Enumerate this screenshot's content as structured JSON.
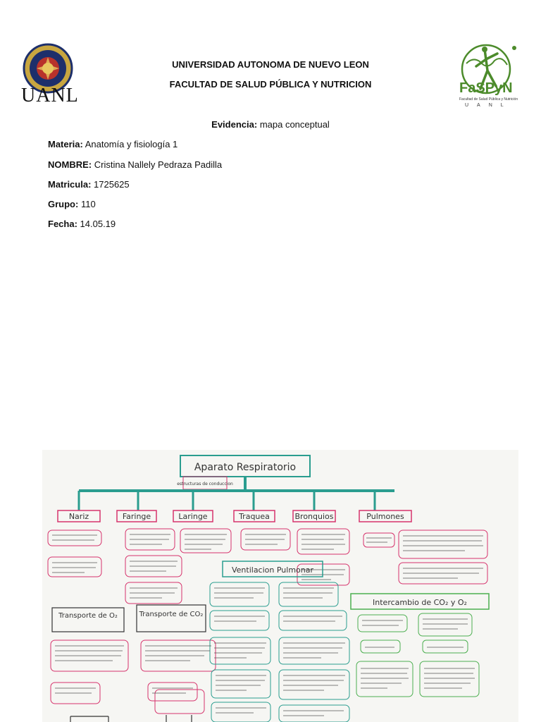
{
  "header": {
    "left_logo": {
      "icon": "uanl-seal-icon",
      "wordmark": "UANL"
    },
    "right_logo": {
      "icon": "faspyn-emblem-icon",
      "wordmark": "FaSPyN",
      "subtitle": "Facultad de Salud Pública y Nutrición",
      "footer": "UANL"
    },
    "university": "UNIVERSIDAD AUTONOMA DE NUEVO LEON",
    "faculty": "FACULTAD DE SALUD PÚBLICA Y NUTRICION"
  },
  "fields": {
    "evidencia": {
      "label": "Evidencia:",
      "value": "mapa conceptual"
    },
    "materia": {
      "label": "Materia:",
      "value": "Anatomía y fisiología 1"
    },
    "nombre": {
      "label": "NOMBRE:",
      "value": "Cristina Nallely Pedraza Padilla"
    },
    "matricula": {
      "label": "Matricula:",
      "value": "1725625"
    },
    "grupo": {
      "label": "Grupo:",
      "value": "110"
    },
    "fecha": {
      "label": "Fecha:",
      "value": "14.05.19"
    }
  },
  "concept_map": {
    "root": "Aparato Respiratorio",
    "connector": "estructuras de conduccion",
    "branches": [
      "Nariz",
      "Faringe",
      "Laringe",
      "Traquea",
      "Bronquios",
      "Pulmones"
    ],
    "ventilation": "Ventilacion Pulmonar",
    "exchange": "Intercambio de CO₂ y O₂",
    "transport_o2": "Transporte de O₂",
    "transport_co2": "Transporte de CO₂",
    "colors": {
      "teal": "#2a9d8f",
      "pink": "#d6336c",
      "green": "#4caf50",
      "ink": "#333333"
    }
  }
}
